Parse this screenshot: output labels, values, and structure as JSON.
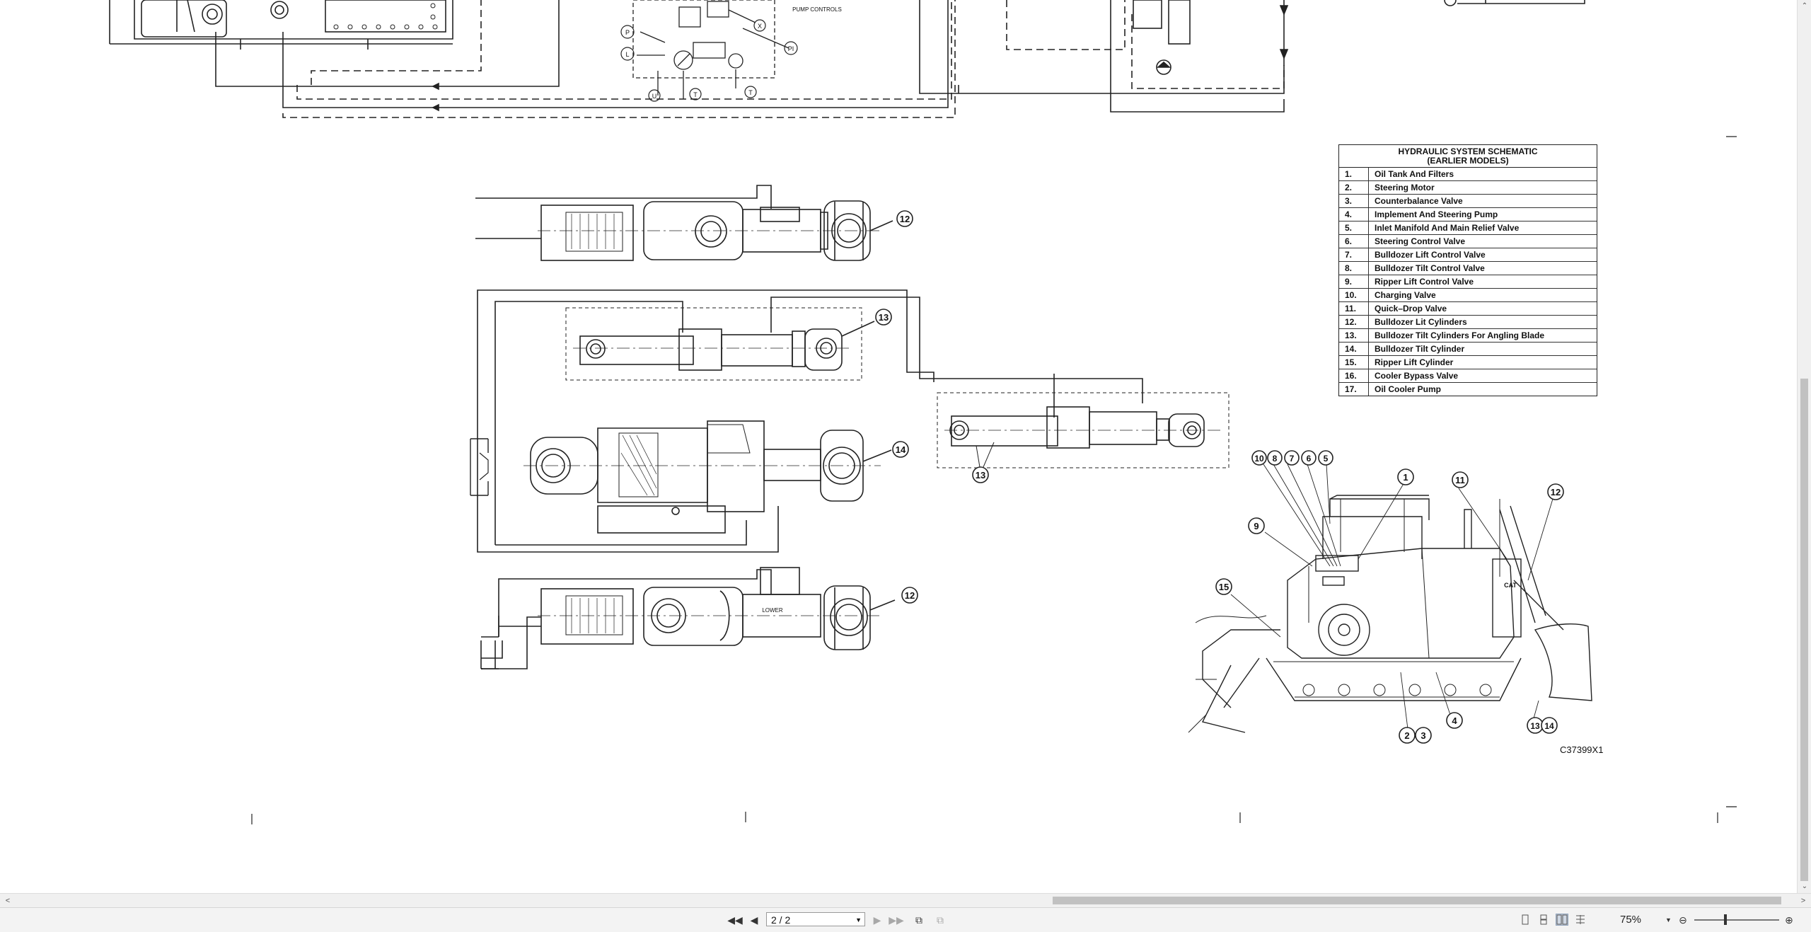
{
  "legend": {
    "title_line1": "HYDRAULIC SYSTEM SCHEMATIC",
    "title_line2": "(EARLIER MODELS)",
    "items": [
      {
        "num": "1.",
        "label": "Oil Tank And Filters"
      },
      {
        "num": "2.",
        "label": "Steering Motor"
      },
      {
        "num": "3.",
        "label": "Counterbalance Valve"
      },
      {
        "num": "4.",
        "label": "Implement And Steering Pump"
      },
      {
        "num": "5.",
        "label": "Inlet Manifold And Main Relief Valve"
      },
      {
        "num": "6.",
        "label": "Steering Control Valve"
      },
      {
        "num": "7.",
        "label": "Bulldozer Lift Control Valve"
      },
      {
        "num": "8.",
        "label": "Bulldozer Tilt Control Valve"
      },
      {
        "num": "9.",
        "label": "Ripper Lift Control Valve"
      },
      {
        "num": "10.",
        "label": "Charging Valve"
      },
      {
        "num": "11.",
        "label": "Quick–Drop Valve"
      },
      {
        "num": "12.",
        "label": "Bulldozer Lit Cylinders"
      },
      {
        "num": "13.",
        "label": "Bulldozer Tilt Cylinders For Angling Blade"
      },
      {
        "num": "14.",
        "label": "Bulldozer Tilt Cylinder"
      },
      {
        "num": "15.",
        "label": "Ripper Lift Cylinder"
      },
      {
        "num": "16.",
        "label": "Cooler Bypass Valve"
      },
      {
        "num": "17.",
        "label": "Oil Cooler Pump"
      }
    ]
  },
  "figure_code": "C37399X1",
  "schematic_labels": {
    "pump_controls": "PUMP CONTROLS",
    "lower": "LOWER",
    "p": "P",
    "l": "L",
    "x": "X",
    "pi": "PI",
    "u": "U",
    "t": "T",
    "cat": "CAT",
    "callouts": {
      "c12a": "12",
      "c13a": "13",
      "c14": "14",
      "c13b": "13",
      "c12b": "12",
      "d10": "10",
      "d8": "8",
      "d7": "7",
      "d6": "6",
      "d5": "5",
      "d1": "1",
      "d11": "11",
      "d12": "12",
      "d9": "9",
      "d15": "15",
      "d2": "2",
      "d3": "3",
      "d4": "4",
      "d13": "13",
      "d14": "14"
    }
  },
  "toolbar": {
    "first_page": "first-page-icon",
    "prev_page": "previous-page-icon",
    "page_value": "2 / 2",
    "next_page": "next-page-icon",
    "last_page": "last-page-icon",
    "zoom_value": "75%"
  }
}
